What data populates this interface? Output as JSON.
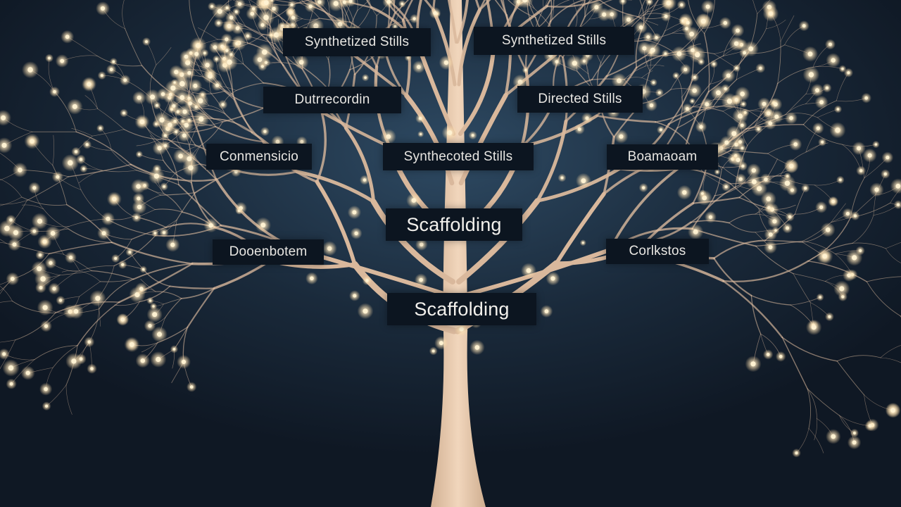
{
  "tree": {
    "colors": {
      "background_inner": "#2e4a63",
      "background_outer": "#0f1824",
      "trunk": "#ebc9ad",
      "branch": "#d9b89c",
      "light": "#fff2d2",
      "label_bg": "#0c1520",
      "label_text": "#e8e6e2"
    },
    "labels": [
      {
        "id": "synthesized-skills-top-left",
        "text": "Synthetized Stills"
      },
      {
        "id": "synthesized-skills-top-right",
        "text": "Synthetized Stills"
      },
      {
        "id": "differentiation-left",
        "text": "Dutrrecordin"
      },
      {
        "id": "directed-skills-right",
        "text": "Directed Stills"
      },
      {
        "id": "comprehension-left",
        "text": "Conmensicio"
      },
      {
        "id": "synthesized-skills-center",
        "text": "Synthecoted Stills"
      },
      {
        "id": "documentation-right",
        "text": "Boamaoam"
      },
      {
        "id": "scaffolding-upper",
        "text": "Scaffolding"
      },
      {
        "id": "documentation-left",
        "text": "Dooenbotem"
      },
      {
        "id": "contributions-right",
        "text": "Corlkstos"
      },
      {
        "id": "scaffolding-lower",
        "text": "Scaffolding"
      }
    ]
  }
}
